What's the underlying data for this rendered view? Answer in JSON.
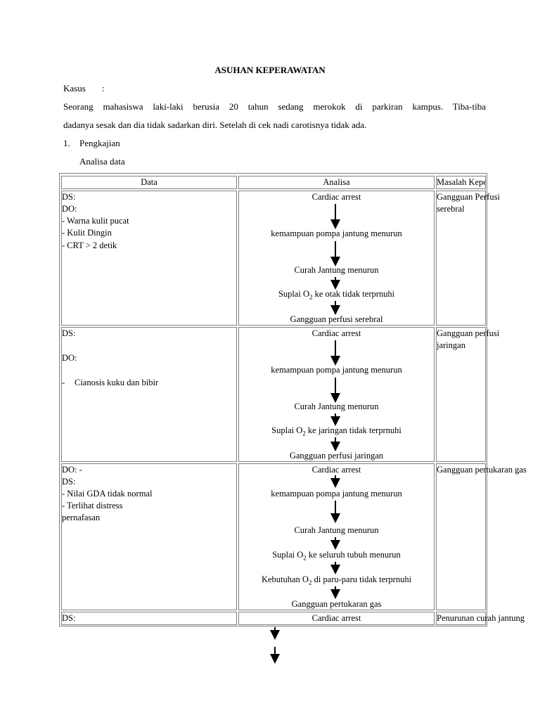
{
  "document": {
    "title": "ASUHAN KEPERAWATAN",
    "kasus_label": "Kasus",
    "kasus_colon": ":",
    "case_line1": "Seorang mahasiswa laki-laki berusia 20 tahun sedang merokok di parkiran kampus. Tiba-tiba",
    "case_line2": "dadanya sesak dan dia tidak sadarkan diri. Setelah di cek nadi carotisnya tidak ada.",
    "section_number": "1.",
    "section_title": "Pengkajian",
    "subsection_title": "Analisa data"
  },
  "table": {
    "headers": [
      "Data",
      "Analisa",
      "Masalah Keperawatan"
    ],
    "rows": [
      {
        "data": [
          "DS:",
          "DO:",
          "- Warna kulit pucat",
          "- Kulit Dingin",
          "- CRT > 2 detik"
        ],
        "analisa": [
          "Cardiac arrest",
          "kemampuan pompa jantung menurun",
          "Curah Jantung menurun",
          "Suplai O",
          "2",
          " ke otak tidak terprnuhi",
          "Gangguan perfusi serebral"
        ],
        "masalah": [
          "Gangguan Perfusi",
          "serebral"
        ]
      },
      {
        "data": [
          "DS:",
          "DO:",
          "-",
          "Cianosis kuku dan bibir"
        ],
        "analisa": [
          "Cardiac arrest",
          "kemampuan pompa jantung menurun",
          "Curah Jantung menurun",
          "Suplai O",
          "2",
          " ke jaringan tidak terprnuhi",
          "Gangguan perfusi jaringan"
        ],
        "masalah": [
          "Gangguan perfusi",
          "jaringan"
        ]
      },
      {
        "data": [
          "DO: -",
          "DS:",
          "- Nilai GDA tidak normal",
          "- Terlihat distress",
          "pernafasan"
        ],
        "analisa": [
          "Cardiac arrest",
          "kemampuan pompa jantung menurun",
          "Curah Jantung menurun",
          "Suplai O",
          "2",
          " ke seluruh tubuh menurun",
          "Kebutuhan O",
          "2",
          " di paru-paru tidak terprnuhi",
          "Gangguan pertukaran gas"
        ],
        "masalah": [
          "Gangguan pertukaran gas"
        ]
      },
      {
        "data": [
          "DS:"
        ],
        "analisa": [
          "Cardiac arrest"
        ],
        "masalah": [
          "Penurunan curah jantung"
        ]
      }
    ]
  }
}
